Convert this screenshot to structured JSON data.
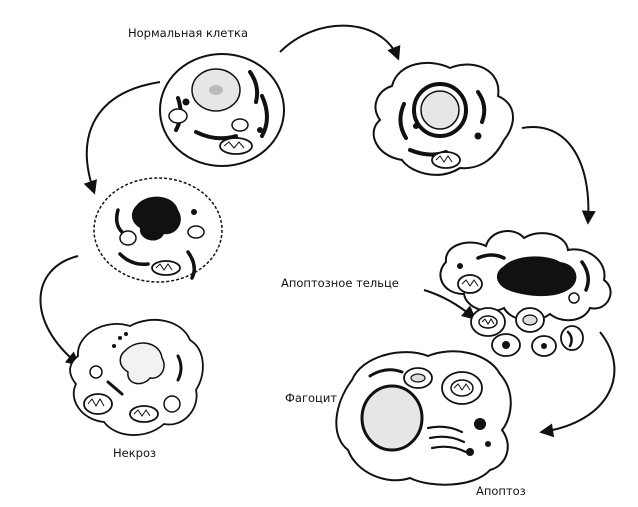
{
  "labels": {
    "normal_cell": "Нормальная клетка",
    "apoptotic_body": "Апоптозное тельце",
    "phagocyte": "Фагоцит",
    "necrosis": "Некроз",
    "apoptosis": "Апоптоз"
  },
  "colors": {
    "ink": "#111111",
    "paper": "#ffffff"
  }
}
